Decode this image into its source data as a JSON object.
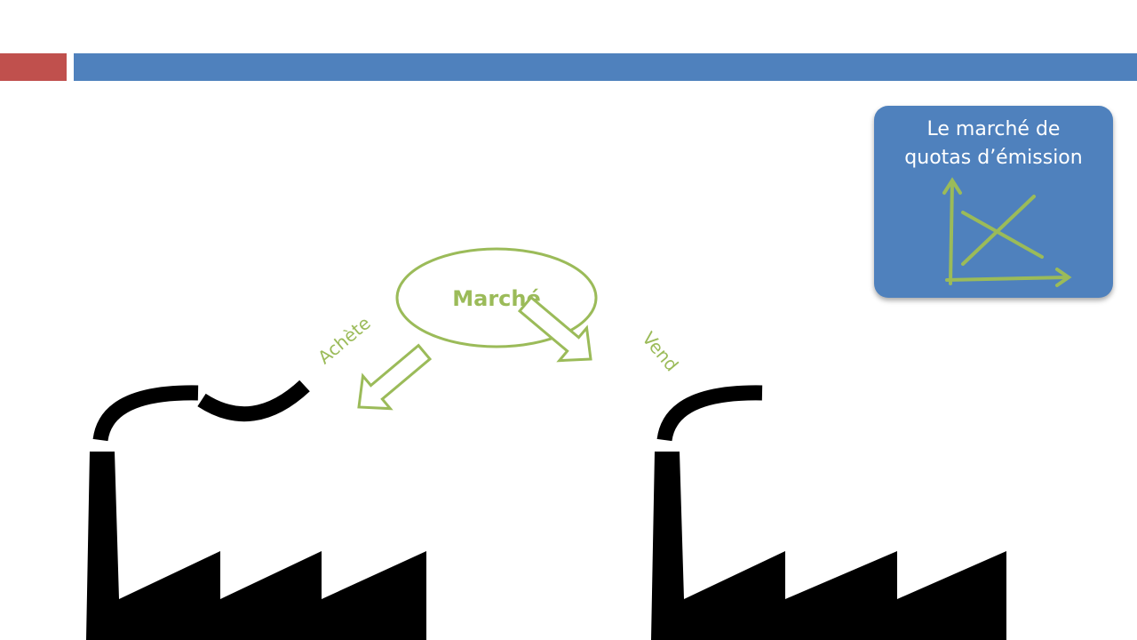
{
  "header": {
    "accent_color": "#c0504d",
    "bar_color": "#4f81bd"
  },
  "diagram": {
    "market_label": "Marché",
    "buy_label": "Achète",
    "sell_label": "Vend",
    "accent_color": "#9bbb59",
    "factory_color": "#000000"
  },
  "card": {
    "title_line1": "Le marché de",
    "title_line2": "quotas d’émission",
    "background_color": "#4f81bd",
    "icon": "supply-demand-chart-icon"
  }
}
